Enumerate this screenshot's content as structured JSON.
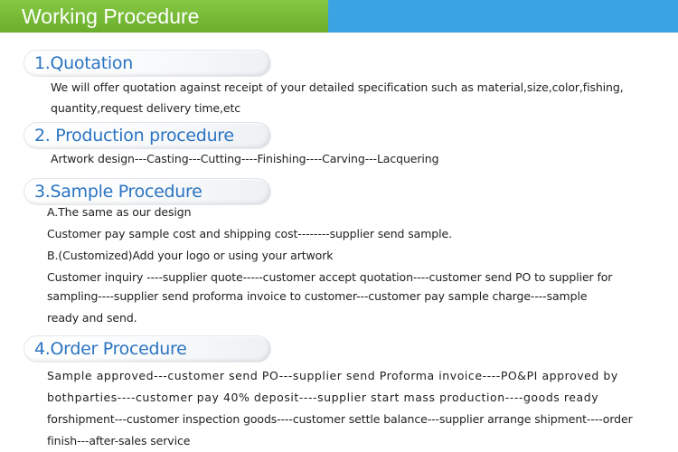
{
  "header": {
    "title": "Working Procedure"
  },
  "sections": [
    {
      "title": "1.Quotation",
      "lines": [
        "We will offer quotation against receipt of your detailed specification such as material,size,color,fishing,",
        "quantity,request delivery time,etc"
      ]
    },
    {
      "title": "2. Production procedure",
      "lines": [
        "Artwork design---Casting---Cutting----Finishing----Carving---Lacquering"
      ]
    },
    {
      "title": "3.Sample Procedure",
      "lines": [
        "A.The same as our design",
        "Customer pay sample cost and shipping cost--------supplier send sample.",
        "B.(Customized)Add your logo or using your artwork",
        "Customer inquiry ----supplier quote-----customer accept quotation----customer send PO to supplier for",
        "sampling----supplier send proforma invoice to customer---customer pay sample charge----sample",
        "ready and send."
      ]
    },
    {
      "title": "4.Order Procedure",
      "lines": [
        "Sample approved---customer send PO---supplier send Proforma invoice----PO&PI approved by",
        "bothparties----customer pay 40% deposit----supplier start mass production----goods ready",
        "forshipment---customer inspection goods----customer settle balance---supplier arrange shipment----order",
        "finish---after-sales service"
      ]
    }
  ]
}
